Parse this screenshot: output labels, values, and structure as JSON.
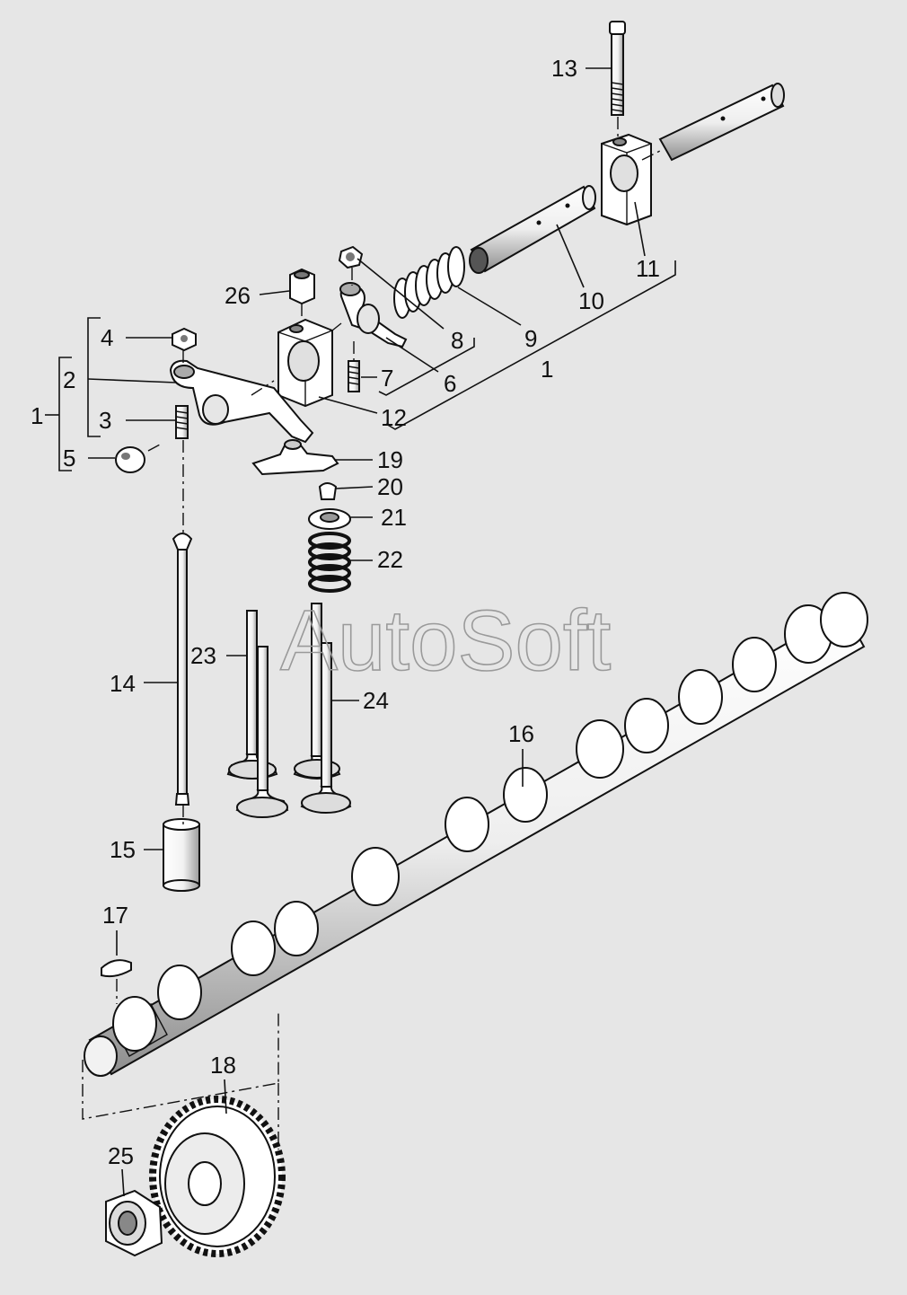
{
  "watermark": "AutoSoft",
  "callouts": [
    "1",
    "2",
    "3",
    "4",
    "5",
    "6",
    "7",
    "8",
    "9",
    "10",
    "11",
    "12",
    "13",
    "14",
    "15",
    "16",
    "17",
    "18",
    "19",
    "20",
    "21",
    "22",
    "23",
    "24",
    "25",
    "26"
  ],
  "colors": {
    "background": "#e6e6e6",
    "part_fill": "#ffffff",
    "shade": "#c8c8c8",
    "ink": "#111111",
    "watermark": "#9a9a9a"
  }
}
